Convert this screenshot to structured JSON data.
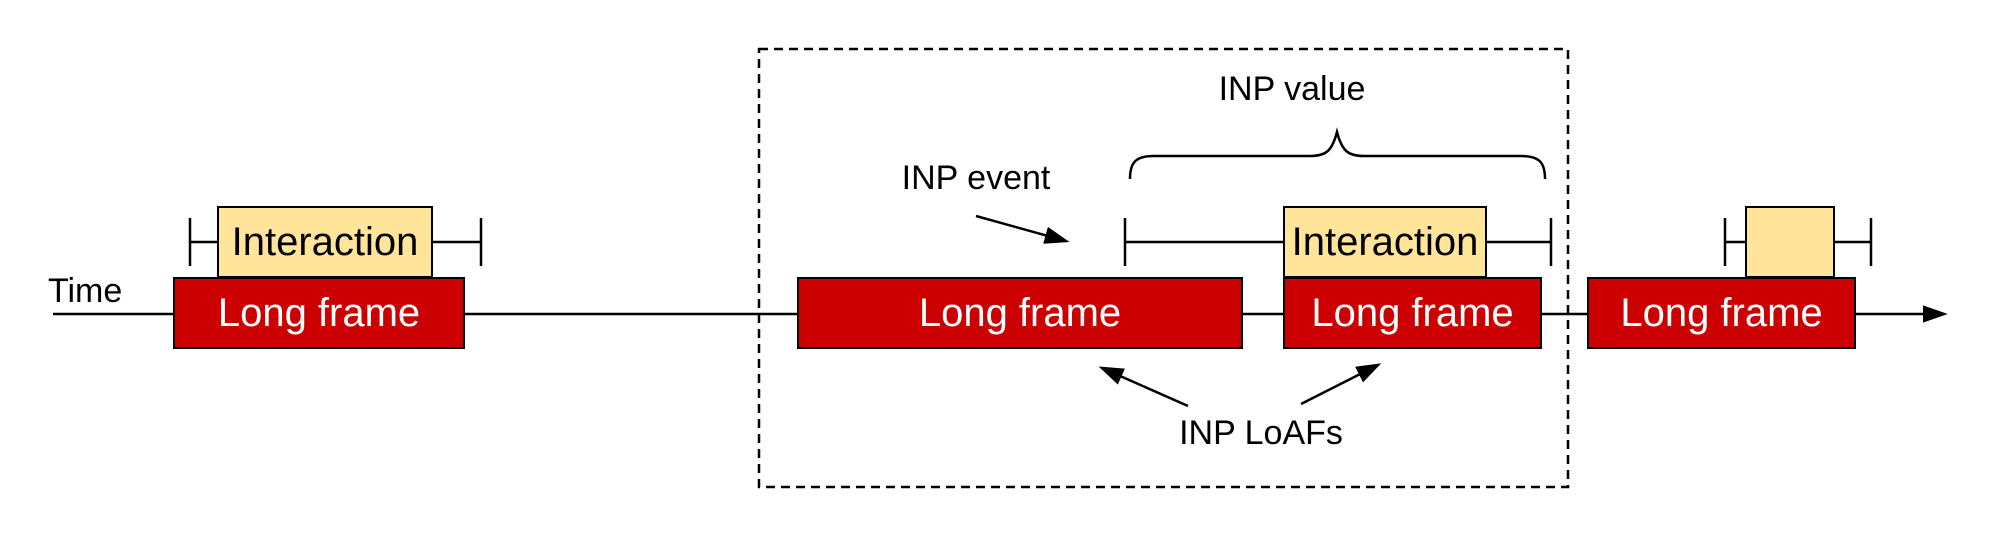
{
  "axis": {
    "label": "Time"
  },
  "annotations": {
    "inp_value": "INP value",
    "inp_event": "INP event",
    "inp_loafs": "INP LoAFs"
  },
  "long_frames": [
    {
      "label": "Long frame"
    },
    {
      "label": "Long frame"
    },
    {
      "label": "Long frame"
    },
    {
      "label": "Long frame"
    }
  ],
  "interactions": [
    {
      "label": "Interaction"
    },
    {
      "label": "Interaction"
    },
    {
      "label": ""
    }
  ],
  "colors": {
    "long_frame_fill": "#cc0000",
    "long_frame_text": "#ffffff",
    "interaction_fill": "#ffe599",
    "outline": "#000000",
    "background": "#ffffff"
  }
}
